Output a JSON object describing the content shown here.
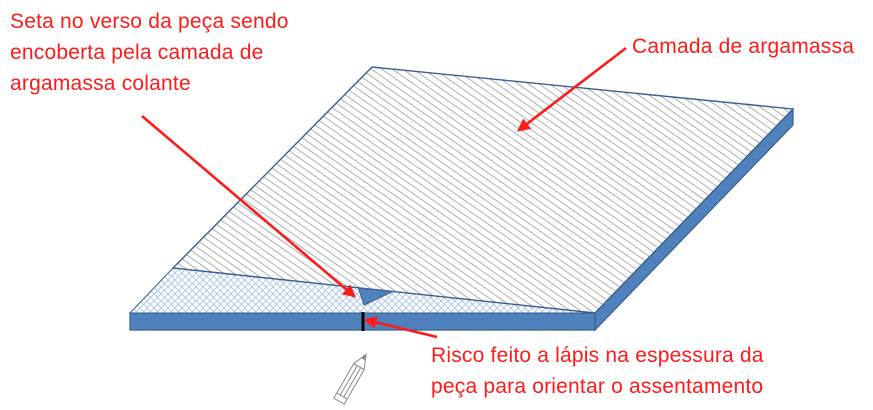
{
  "callouts": {
    "arrow_back": {
      "lines": [
        "Seta no verso da peça sendo",
        "encoberta pela camada de",
        "argamassa colante"
      ]
    },
    "mortar_layer": {
      "lines": [
        "Camada de argamassa"
      ]
    },
    "pencil_mark": {
      "lines": [
        "Risco feito a lápis na espessura da",
        "peça para orientar o assentamento"
      ]
    }
  },
  "colors": {
    "annotation_red": "#ff1a1a",
    "tile_blue": "#4f81bd",
    "tile_outline": "#3a5f8f",
    "hatch_gray": "#8c8c8c",
    "crosshatch_blue": "#a9c4e4"
  }
}
